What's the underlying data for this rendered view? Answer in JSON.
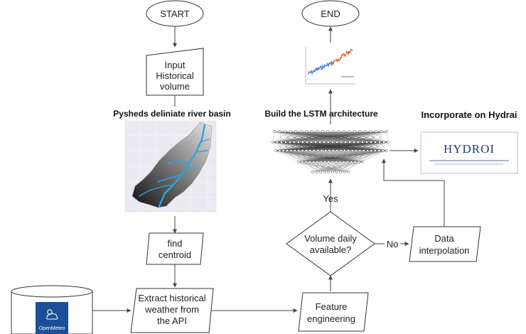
{
  "nodes": {
    "start": "START",
    "end": "END",
    "input_line1": "Input",
    "input_line2": "Historical",
    "input_line3": "volume",
    "basin_title": "Pysheds deliniate river basin",
    "centroid_line1": "find",
    "centroid_line2": "centroid",
    "extract_line1": "Extract historical",
    "extract_line2": "weather from",
    "extract_line3": "the API",
    "feature_line1": "Feature",
    "feature_line2": "engineering",
    "decision_line1": "Volume daily",
    "decision_line2": "available?",
    "interp_line1": "Data",
    "interp_line2": "interpolation",
    "lstm_title": "Build the LSTM architecture",
    "hydrai_title": "Incorporate on Hydrai",
    "openmeteo_label": "OpenMeteo",
    "hydroi_logo": "HYDROI"
  },
  "edges": {
    "yes": "Yes",
    "no": "No"
  },
  "colors": {
    "river": "#2aa6e0",
    "hydroi_blue": "#1f3c7a",
    "openmeteo_bg": "#1c4f98",
    "series_blue": "#3a7bd5",
    "series_orange": "#e8541e"
  }
}
